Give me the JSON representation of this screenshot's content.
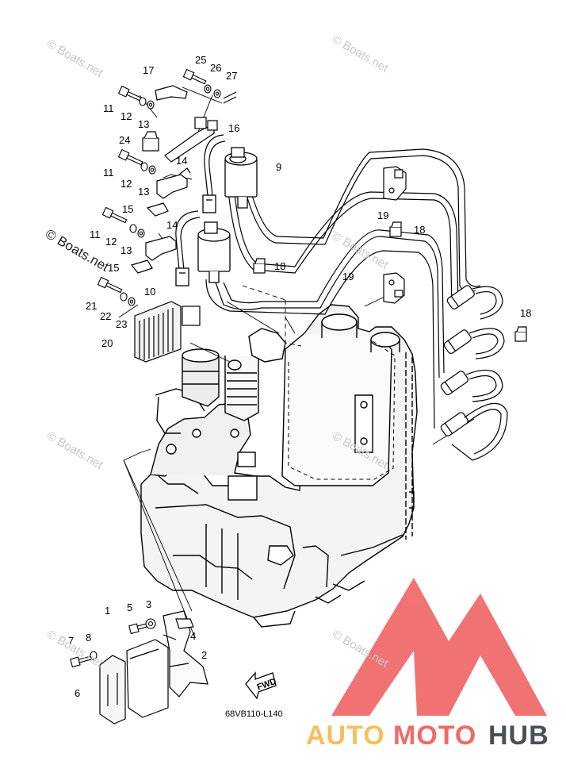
{
  "diagram": {
    "reference_code": "68VB110-L140",
    "fwd_label": "FWD",
    "watermarks": [
      "© Boats.net",
      "© Boats.net",
      "© Boats.net",
      "© Boats.net",
      "© Boats.net",
      "© Boats.net",
      "© Boats.net",
      "© Boats.net"
    ],
    "part_labels": [
      "17",
      "25",
      "26",
      "27",
      "11",
      "12",
      "13",
      "16",
      "24",
      "9",
      "14",
      "11",
      "12",
      "13",
      "15",
      "19",
      "18",
      "11",
      "12",
      "14",
      "13",
      "18",
      "15",
      "19",
      "10",
      "21",
      "22",
      "23",
      "20",
      "18",
      "5",
      "3",
      "1",
      "4",
      "7",
      "8",
      "2",
      "6"
    ]
  },
  "brand": {
    "auto": "AUTO",
    "moto": "MOTO",
    "hub": "HUB",
    "colors": {
      "auto": "#f5c05e",
      "moto": "#ef6a66",
      "hub": "#4a4f55",
      "logo": "#ef5a5a"
    }
  }
}
